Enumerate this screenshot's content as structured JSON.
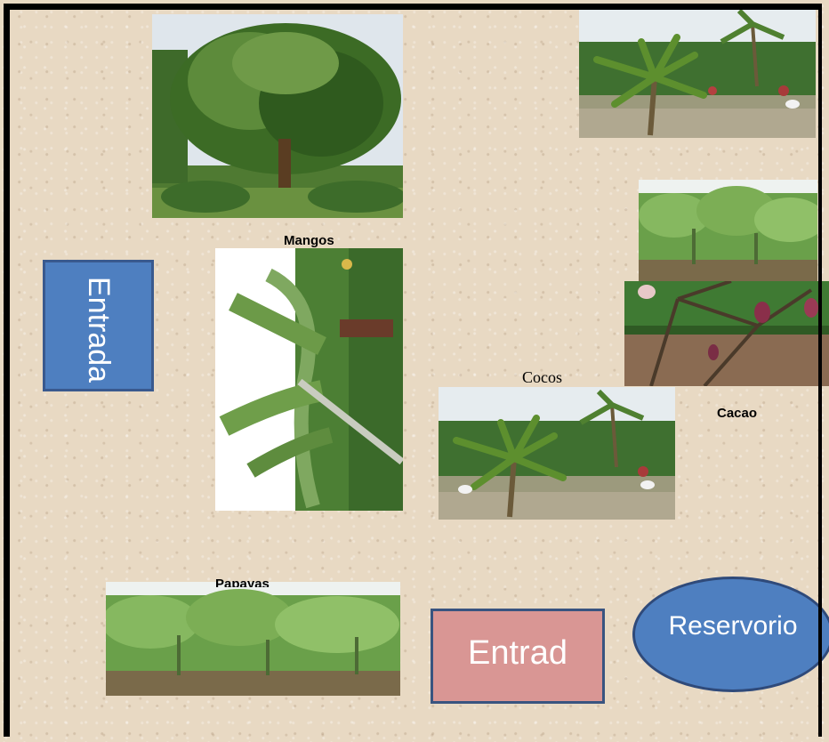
{
  "labels": {
    "mangos": "Mangos",
    "cocos": "Cocos",
    "cacao": "Cacao",
    "papayas": "Papayas"
  },
  "boxes": {
    "entrada_vertical": "Entrada",
    "entrada_horizontal": "Entrad",
    "reservorio": "Reservorio"
  },
  "colors": {
    "background": "#e8d9c3",
    "entrada_vertical_fill": "#4e7fc0",
    "entrada_horizontal_fill": "#d99694",
    "reservorio_fill": "#4e7fc0"
  }
}
